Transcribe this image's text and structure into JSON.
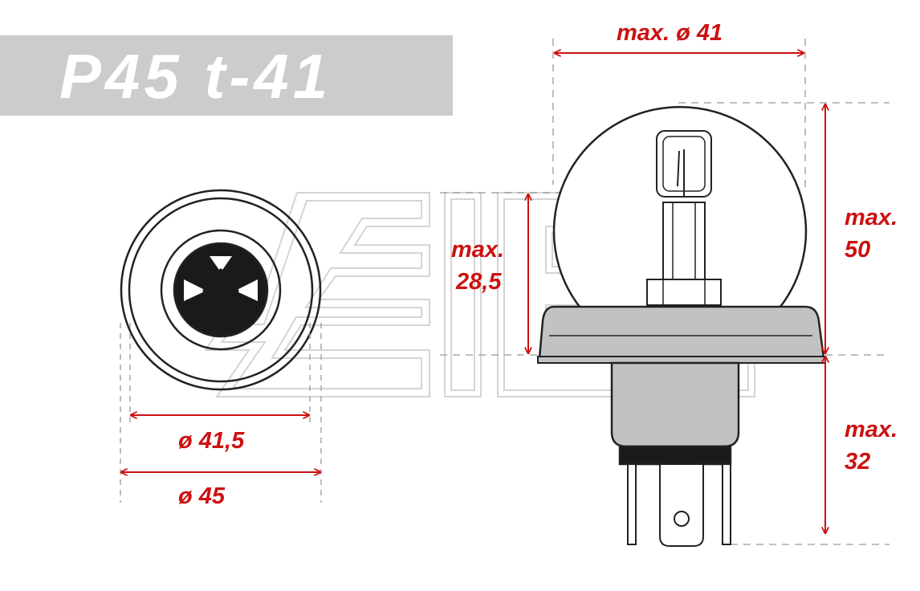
{
  "title": "P45 t-41",
  "colors": {
    "dimension": "#cc1111",
    "banner": "#cccccc",
    "banner_text": "#ffffff",
    "outline": "#222222",
    "socket_fill": "#c2c2c2",
    "watermark": "#d4d4d4",
    "guide": "#999999"
  },
  "labels": {
    "outer_diameter": "ø 45",
    "inner_diameter": "ø 41,5",
    "bulb_diameter": "max. ø 41",
    "focal_height_line1": "max.",
    "focal_height_line2": "28,5",
    "bulb_height_line1": "max.",
    "bulb_height_line2": "50",
    "base_height_line1": "max.",
    "base_height_line2": "32"
  }
}
